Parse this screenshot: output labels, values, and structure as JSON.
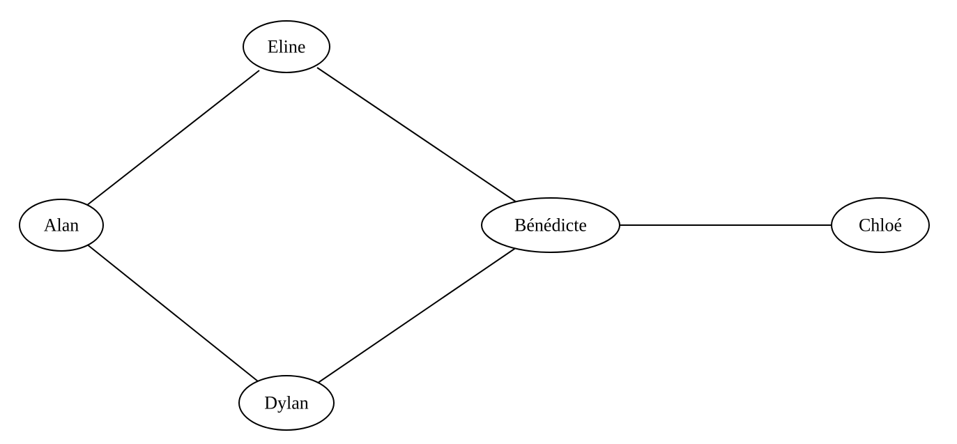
{
  "graph": {
    "nodes": [
      {
        "id": "eline",
        "label": "Eline"
      },
      {
        "id": "alan",
        "label": "Alan"
      },
      {
        "id": "benedicte",
        "label": "Bénédicte"
      },
      {
        "id": "chloe",
        "label": "Chloé"
      },
      {
        "id": "dylan",
        "label": "Dylan"
      }
    ],
    "edges": [
      {
        "from": "alan",
        "to": "eline"
      },
      {
        "from": "eline",
        "to": "benedicte"
      },
      {
        "from": "alan",
        "to": "dylan"
      },
      {
        "from": "dylan",
        "to": "benedicte"
      },
      {
        "from": "benedicte",
        "to": "chloe"
      }
    ],
    "colors": {
      "stroke": "#000000",
      "fill": "#ffffff",
      "text": "#000000"
    }
  }
}
